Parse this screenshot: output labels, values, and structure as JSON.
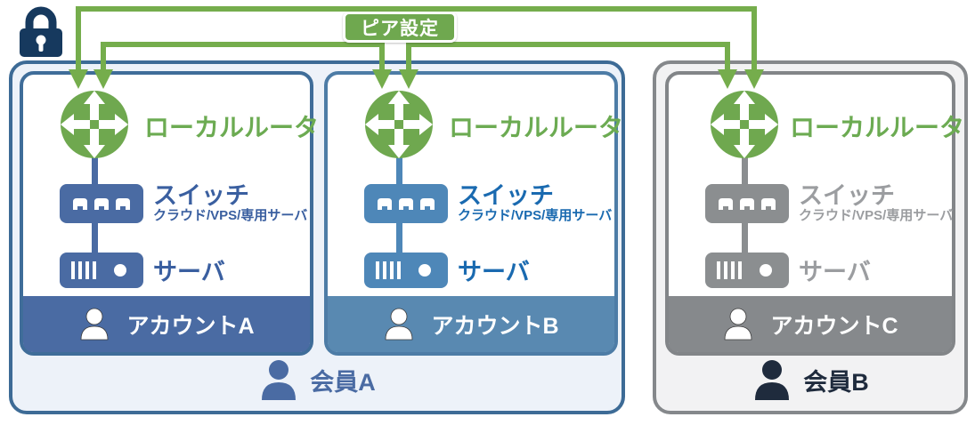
{
  "peer_badge": {
    "label": "ピア設定"
  },
  "accounts": [
    {
      "label": "アカウントA",
      "router_label": "ローカルルータ",
      "switch_label": "スイッチ",
      "switch_note": "クラウド/VPS/専用サーバ",
      "server_label": "サーバ"
    },
    {
      "label": "アカウントB",
      "router_label": "ローカルルータ",
      "switch_label": "スイッチ",
      "switch_note": "クラウド/VPS/専用サーバ",
      "server_label": "サーバ"
    },
    {
      "label": "アカウントC",
      "router_label": "ローカルルータ",
      "switch_label": "スイッチ",
      "switch_note": "クラウド/VPS/専用サーバ",
      "server_label": "サーバ"
    }
  ],
  "members": [
    {
      "label": "会員A"
    },
    {
      "label": "会員B"
    }
  ],
  "icons": {
    "lock": "padlock",
    "router": "circle-with-four-arrows",
    "switch": "box-with-three-ports",
    "server": "box-with-slots-and-led",
    "person": "person-silhouette"
  },
  "colors": {
    "green_line": "#75ad4c",
    "green_node": "#6fa84f",
    "green_text": "#6cab52",
    "blue_primary": "#4a6ba3",
    "blue_primary_text": "#3a5fa0",
    "blue_secondary": "#4e87b8",
    "blue_secondary_text": "#1a6ab0",
    "gray_node": "#8b8e90",
    "gray_text": "#9b9da0",
    "navy_lock": "#16395e",
    "member_b_text": "#1f2b3d",
    "group_a_border": "#3d6b96",
    "group_b_border": "#85888b"
  }
}
